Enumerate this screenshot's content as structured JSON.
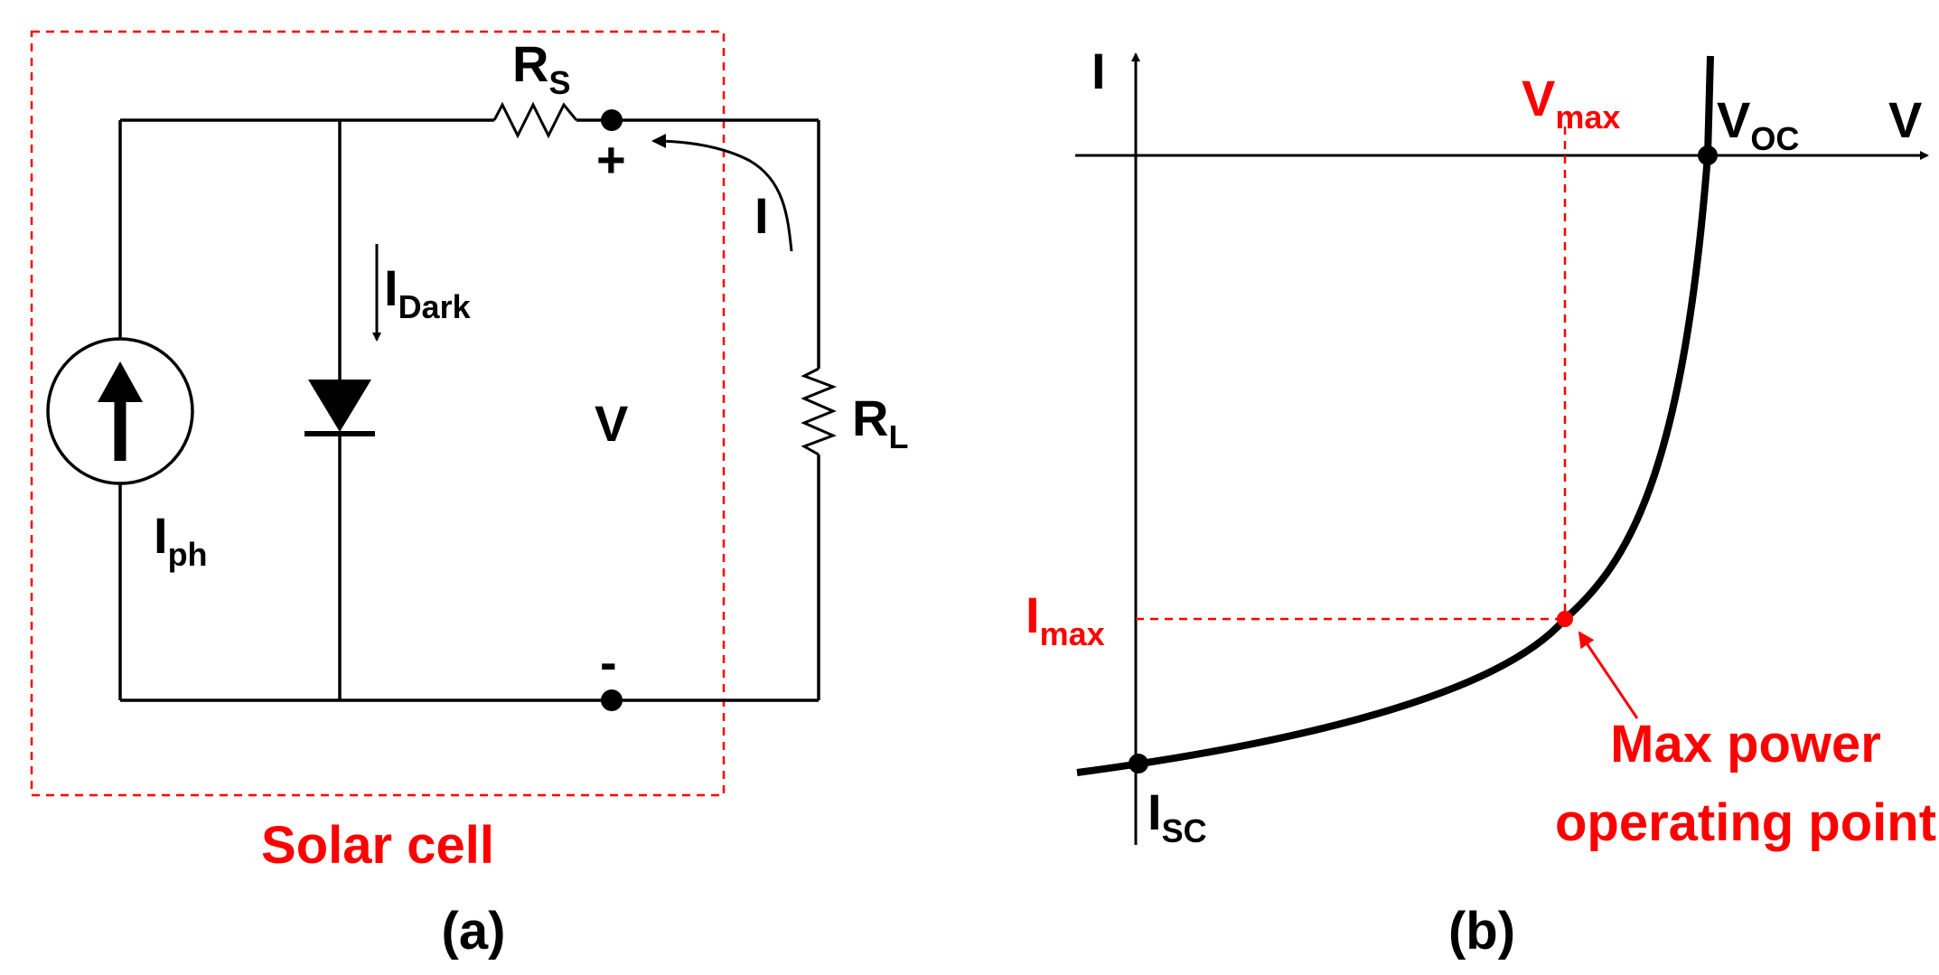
{
  "colors": {
    "ink": "#000000",
    "accent": "#ff0000",
    "background": "#ffffff"
  },
  "panel_a": {
    "caption": "(a)",
    "box_label": "Solar cell",
    "source_label": {
      "main": "I",
      "sub": "ph"
    },
    "dark_current_label": {
      "main": "I",
      "sub": "Dark"
    },
    "series_resistor_label": {
      "main": "R",
      "sub": "S"
    },
    "load_resistor_label": {
      "main": "R",
      "sub": "L"
    },
    "current_label": "I",
    "voltage_label": "V",
    "plus_label": "+",
    "minus_label": "-"
  },
  "panel_b": {
    "caption": "(b)",
    "y_axis_label": "I",
    "x_axis_label": "V",
    "voc_label": {
      "main": "V",
      "sub": "OC"
    },
    "isc_label": {
      "main": "I",
      "sub": "SC"
    },
    "vmax_label": {
      "main": "V",
      "sub": "max"
    },
    "imax_label": {
      "main": "I",
      "sub": "max"
    },
    "mpp_annotation": [
      "Max power",
      "operating point"
    ]
  }
}
